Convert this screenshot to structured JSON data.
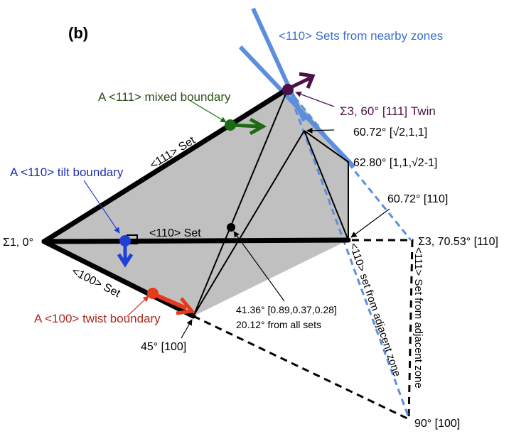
{
  "panel_label": "(b)",
  "colors": {
    "fill": "#c0c0c0",
    "black": "#000000",
    "blue_set": "#5b8fdc",
    "blue_dash": "#5b8fdc",
    "green": "#1c6b14",
    "purple": "#4c1148",
    "blue_arrow": "#1f3fd6",
    "red": "#e53a1c",
    "red_text": "#a9281c",
    "blue_text": "#1d2fb3",
    "green_text": "#2c4f16",
    "purple_text": "#4c1148"
  },
  "labels": {
    "sets_nearby": "<110> Sets from nearby zones",
    "mixed_boundary": "A <111> mixed boundary",
    "tilt_boundary": "A <110> tilt boundary",
    "twist_boundary": "A <100> twist boundary",
    "sigma3_twin": "Σ3, 60° [111] Twin",
    "p_60_72_v2": "60.72° [√2,1,1]",
    "p_62_80": "62.80° [1,1,√2-1]",
    "p_60_72_110": "60.72° [110]",
    "sigma3_70": "Σ3, 70.53° [110]",
    "sigma1": "Σ1, 0°",
    "set_111": "<111> Set",
    "set_110": "<110> Set",
    "set_100": "<100> Set",
    "center_line1": "41.36° [0.89,0.37,0.28]",
    "center_line2": "20.12° from all sets",
    "p_45_100": "45° [100]",
    "p_90_100": "90° [100]",
    "set_110_adjacent": "<110> set from adjacent zone",
    "set_111_adjacent": "<111> Set from adjacent zone"
  }
}
